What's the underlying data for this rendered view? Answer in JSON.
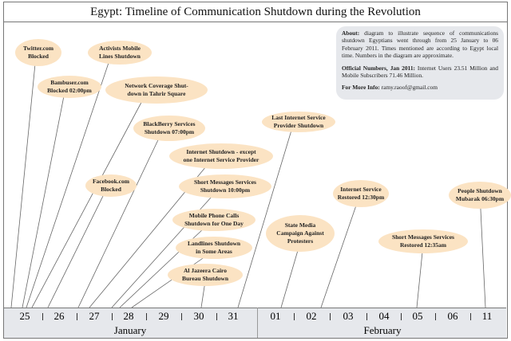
{
  "title": "Egypt: Timeline of Communication Shutdown during the Revolution",
  "about": {
    "label": "About:",
    "text": " diagram to illustrate sequence of communications shutdown Egyptians went through from 25 January to 06 February 2011. Times mentioned are according to Egypt local time. Numbers in the diagram are approximate.",
    "official_label": "Official Numbers, Jan 2011:",
    "official_text": " Internet Users 23.51 Million and Mobile Subscribers 71.46 Million.",
    "more_label": "For More Info:",
    "more_text": " ramy.raoof@gmail.com"
  },
  "events": [
    {
      "l1": "Twitter.com",
      "l2": "Blocked"
    },
    {
      "l1": "Activists Mobile",
      "l2": "Lines Shutdown"
    },
    {
      "l1": "Bambuser.com",
      "l2": "Blocked 02:00pm"
    },
    {
      "l1": "Network Coverage Shut-",
      "l2": "down in Tahrir Square"
    },
    {
      "l1": "BlackBerry Services",
      "l2": "Shutdown 07:00pm"
    },
    {
      "l1": "Internet Shutdown - except",
      "l2": "one Internet Service Provider"
    },
    {
      "l1": "Facebook.com",
      "l2": "Blocked"
    },
    {
      "l1": "Short Messages Services",
      "l2": "Shutdown 10:00pm"
    },
    {
      "l1": "Mobile Phone Calls",
      "l2": "Shutdown for One Day"
    },
    {
      "l1": "Landlines Shutdown",
      "l2": "in Some Areas"
    },
    {
      "l1": "Al Jazeera Cairo",
      "l2": "Bureau Shutdown"
    },
    {
      "l1": "Last Internet Service",
      "l2": "Provider Shutdown"
    },
    {
      "l1": "State Media",
      "l2": "Campaign Against",
      "l3": "Protesters"
    },
    {
      "l1": "Internet Service",
      "l2": "Restored 12:30pm"
    },
    {
      "l1": "Short Messages Services",
      "l2": "Restored 12:35am"
    },
    {
      "l1": "People Shutdown",
      "l2": "Mubarak 06:30pm"
    }
  ],
  "days": [
    "25",
    "26",
    "27",
    "28",
    "29",
    "30",
    "31",
    "01",
    "02",
    "03",
    "04",
    "05",
    "06",
    "11"
  ],
  "months": [
    "January",
    "February"
  ]
}
